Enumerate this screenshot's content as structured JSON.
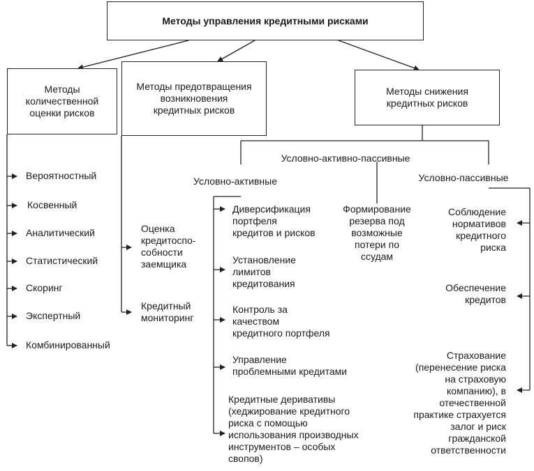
{
  "title": "Методы управления кредитными рисками",
  "branches": {
    "quantitative": "Методы\nколичественной\nоценки рисков",
    "prevention": "Методы предотвращения\nвозникновения\nкредитных рисков",
    "reduction": "Методы снижения\nкредитных рисков"
  },
  "quantitative_items": [
    "Вероятностный",
    "Косвенный",
    "Аналитический",
    "Статистический",
    "Скоринг",
    "Экспертный",
    "Комбинированный"
  ],
  "prevention_items": [
    "Оценка\nкредитоспо-\nсобности\nзаемщика",
    "Кредитный\nмониторинг"
  ],
  "groups": {
    "active_passive": "Условно-активно-пассивные",
    "active": "Условно-активные",
    "passive": "Условно-пассивные"
  },
  "active_items": [
    "Диверсификация\nпортфеля\nкредитов и рисков",
    "Установление\nлимитов\nкредитования",
    "Контроль за\nкачеством\nкредитного портфеля",
    "Управление\nпроблемными кредитами",
    "Кредитные деривативы\n(хеджирование кредитного\nриска с помощью\nиспользования производных\nинструментов – особых\nсвопов)"
  ],
  "active_passive_item": "Формирование\nрезерва под\nвозможные\nпотери по\nссудам",
  "passive_items": [
    "Соблюдение\nнормативов\nкредитного\nриска",
    "Обеспечение\nкредитов",
    "Страхование\n(перенесение риска\nна страховую\nкомпанию), в\nотечественной\nпрактике страхуется\nзалог и риск\nгражданской\nответственности"
  ]
}
